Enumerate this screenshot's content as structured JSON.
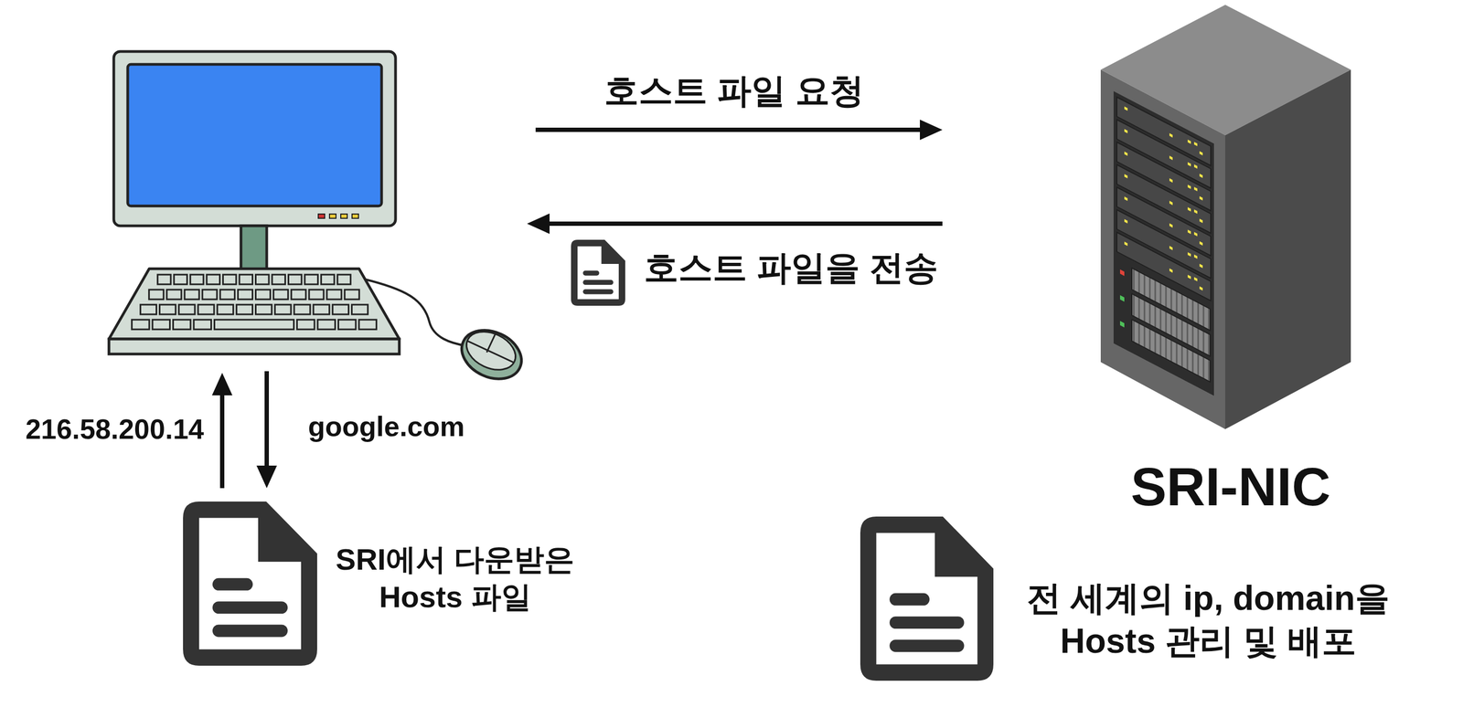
{
  "diagram": {
    "nodes": [
      {
        "text": [
          "SRI에서 다운받은 Hosts 파일"
        ]
      },
      {
        "text": [
          "SRI-NIC"
        ]
      },
      {
        "text": [
          "전 세계의 ip, domain을 Hosts 관리 및 배포"
        ]
      }
    ],
    "labels": [
      "호스트 파일 요청",
      "호스트 파일을 전송",
      "216.58.200.14",
      "google.com"
    ]
  }
}
